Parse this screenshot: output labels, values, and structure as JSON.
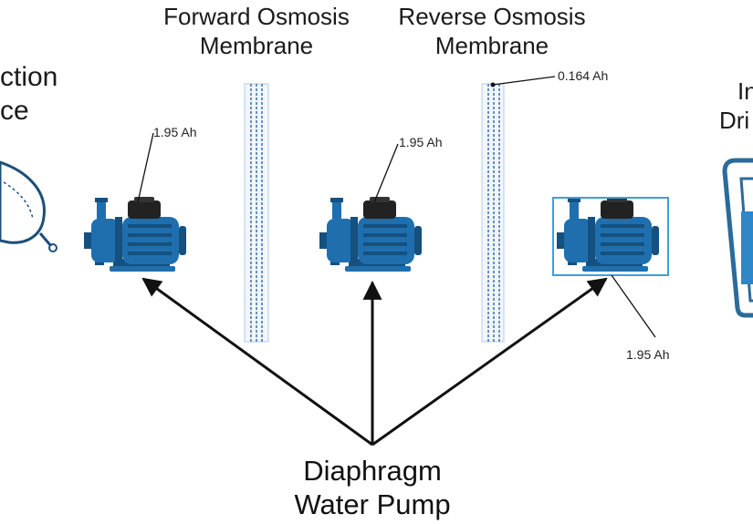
{
  "headings": {
    "left_partial_1": "ction",
    "left_partial_2": "ce",
    "forward_osmosis": {
      "line1": "Forward Osmosis",
      "line2": "Membrane"
    },
    "reverse_osmosis": {
      "line1": "Reverse Osmosis",
      "line2": "Membrane"
    },
    "right_partial_1": "In",
    "right_partial_2": "Dri"
  },
  "annotations": {
    "pump1_battery": "1.95 Ah",
    "pump2_battery": "1.95 Ah",
    "pump3_battery": "1.95 Ah",
    "ro_membrane_battery": "0.164 Ah"
  },
  "pump_label": {
    "line1": "Diaphragm",
    "line2": "Water Pump"
  },
  "colors": {
    "pump_blue": "#1f6fae",
    "pump_dark": "#15507f",
    "motor_cap": "#222222",
    "membrane_stripe": "#3a6fb0",
    "selection_box": "#3aa0e0",
    "container_blue": "#2a6b9a",
    "water_blue": "#2f86c6"
  },
  "icons": [
    "collection-bag-icon",
    "water-pump-icon",
    "membrane-icon",
    "drinking-water-container-icon"
  ]
}
